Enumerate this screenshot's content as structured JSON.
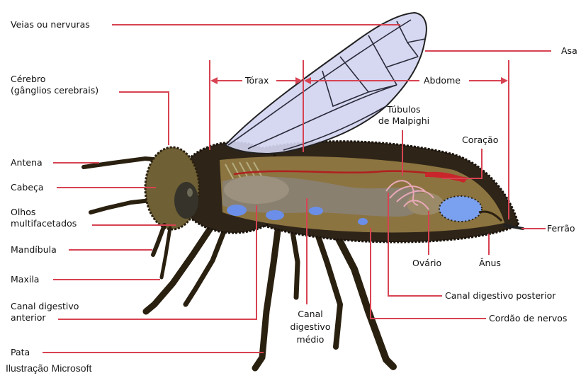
{
  "labels": {
    "veias": "Veias ou nervuras",
    "asa": "Asa",
    "torax": "Tórax",
    "abdome": "Abdome",
    "cerebro": [
      "Cérebro",
      "(gânglios cerebrais)"
    ],
    "tubulos": [
      "Túbulos",
      "de Malpighi"
    ],
    "coracao": "Coração",
    "antena": "Antena",
    "cabeca": "Cabeça",
    "olhos": [
      "Olhos",
      "multifacetados"
    ],
    "ferrao": "Ferrão",
    "mandibula": "Mandíbula",
    "ovario": "Ovário",
    "anus": "Ânus",
    "maxila": "Maxila",
    "canal_posterior": "Canal digestivo posterior",
    "canal_anterior": [
      "Canal digestivo",
      "anterior"
    ],
    "canal_medio": [
      "Canal",
      "digestivo",
      "médio"
    ],
    "cordao": "Cordão de nervos",
    "pata": "Pata"
  },
  "credit": "Ilustração Microsoft",
  "colors": {
    "leader_line": "#d74352",
    "body": "#2e2418",
    "wing": "#d2d4f0",
    "abdomen_interior": "#8c7440",
    "gut": "#8a8070",
    "blue_organs": "#6b8fe8",
    "malpighian": "#e8a8b8",
    "heart": "#c8262a"
  }
}
